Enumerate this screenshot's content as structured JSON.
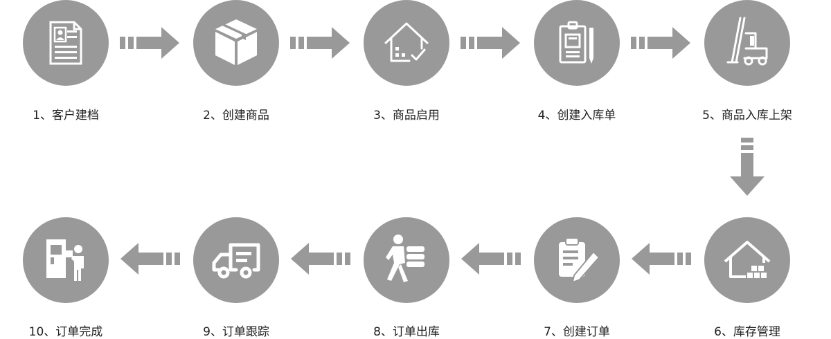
{
  "colors": {
    "node": "#9a9999",
    "arrow": "#9a9999",
    "icon": "#ffffff",
    "text": "#222222"
  },
  "steps": [
    {
      "label": "1、客户建档",
      "icon": "customer-file-icon"
    },
    {
      "label": "2、创建商品",
      "icon": "product-box-icon"
    },
    {
      "label": "3、商品启用",
      "icon": "house-check-icon"
    },
    {
      "label": "4、创建入库单",
      "icon": "clipboard-pencil-icon"
    },
    {
      "label": "5、商品入库上架",
      "icon": "forklift-icon"
    },
    {
      "label": "6、库存管理",
      "icon": "warehouse-icon"
    },
    {
      "label": "7、创建订单",
      "icon": "order-pencil-icon"
    },
    {
      "label": "8、订单出库",
      "icon": "worker-carry-icon"
    },
    {
      "label": "9、订单跟踪",
      "icon": "delivery-truck-icon"
    },
    {
      "label": "10、订单完成",
      "icon": "delivery-complete-icon"
    }
  ]
}
